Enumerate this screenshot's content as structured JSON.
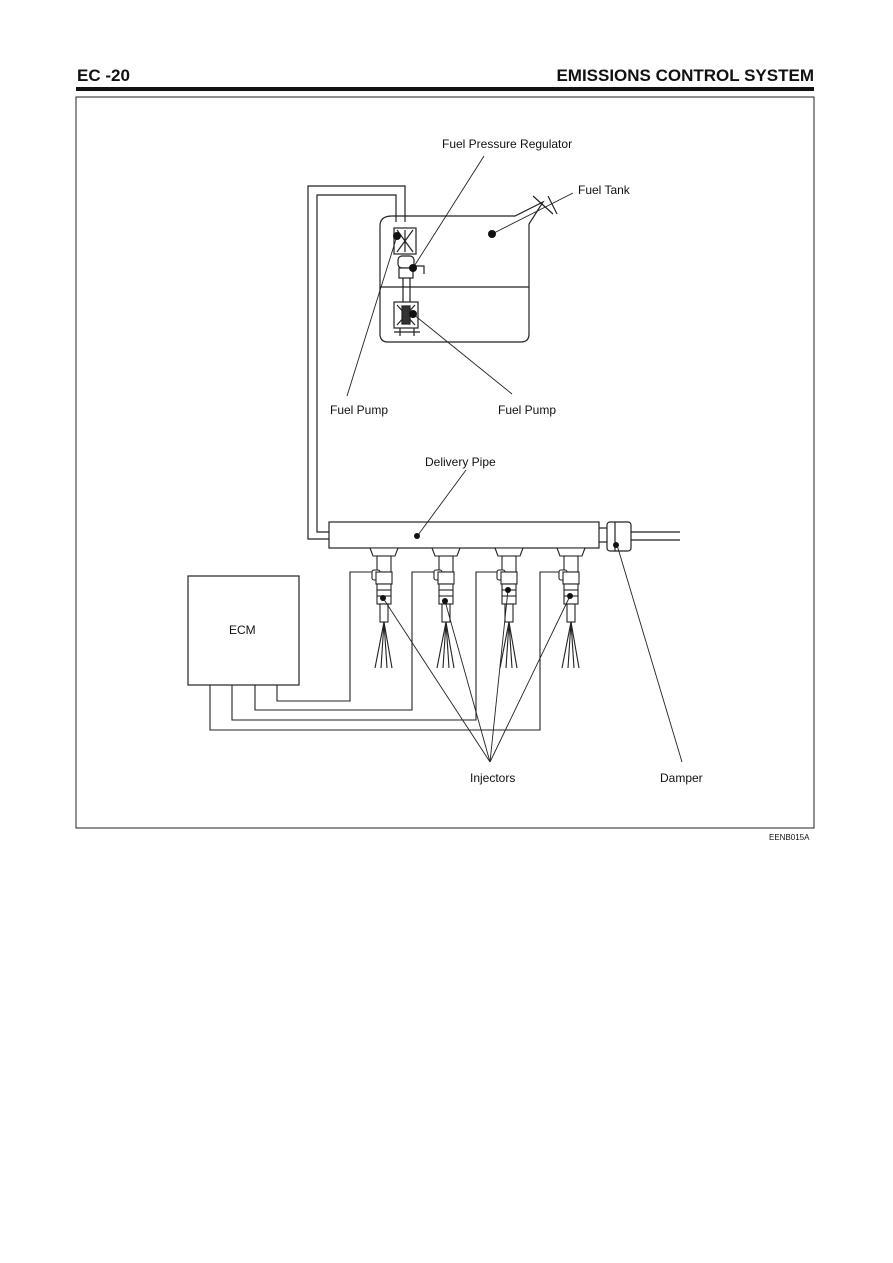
{
  "header": {
    "page_number": "EC -20",
    "section_title": "EMISSIONS CONTROL SYSTEM"
  },
  "diagram": {
    "labels": {
      "fuel_pressure_regulator": "Fuel Pressure Regulator",
      "fuel_tank": "Fuel Tank",
      "fuel_pump_left": "Fuel Pump",
      "fuel_pump_right": "Fuel Pump",
      "delivery_pipe": "Delivery Pipe",
      "ecm": "ECM",
      "injectors": "Injectors",
      "damper": "Damper"
    },
    "figure_code": "EENB015A"
  }
}
